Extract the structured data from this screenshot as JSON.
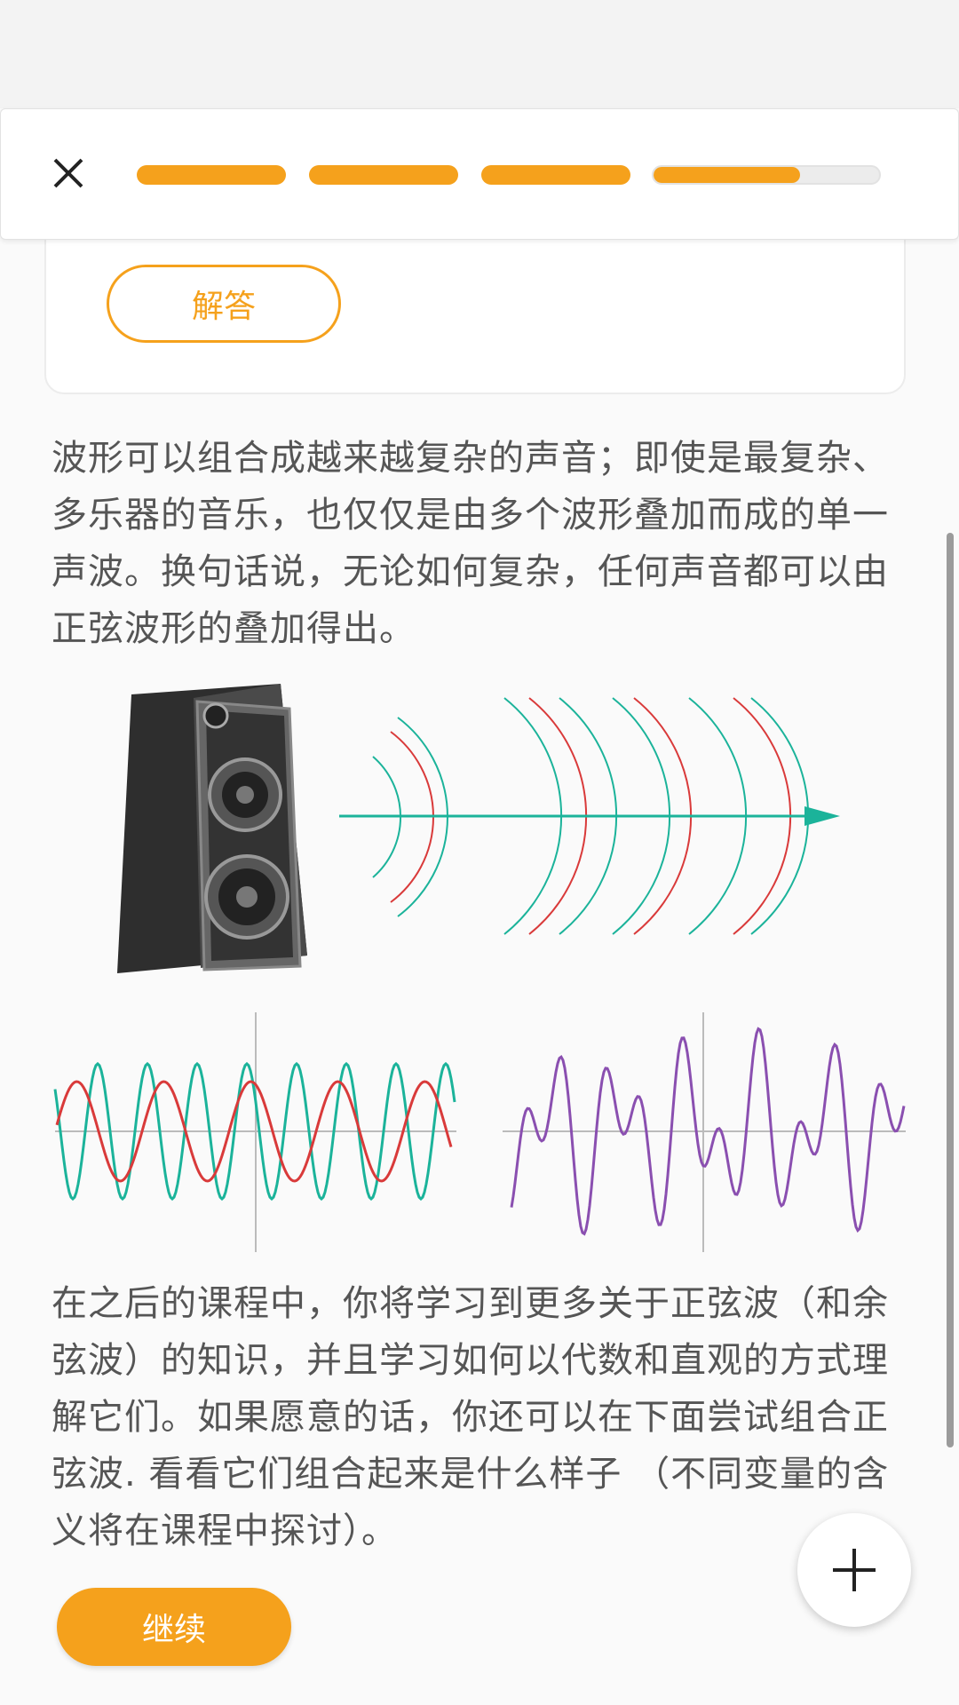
{
  "header": {
    "close_icon": "close-icon",
    "progress": [
      {
        "fraction": 1.0
      },
      {
        "fraction": 1.0
      },
      {
        "fraction": 1.0
      },
      {
        "fraction": 0.65
      }
    ]
  },
  "answer_card": {
    "button_label": "解答"
  },
  "paragraphs": {
    "p1": "波形可以组合成越来越复杂的声音；即使是最复杂、多乐器的音乐，也仅仅是由多个波形叠加而成的单一声波。换句话说，无论如何复杂，任何声音都可以由正弦波形的叠加得出。",
    "p2": "在之后的课程中，你将学习到更多关于正弦波（和余弦波）的知识，并且学习如何以代数和直观的方式理解它们。如果愿意的话，你还可以在下面尝试组合正弦波. 看看它们组合起来是什么样子 （不同变量的含义将在课程中探讨）。"
  },
  "footer": {
    "continue_label": "继续",
    "fab_icon": "plus-icon"
  },
  "colors": {
    "accent": "#f5a11c",
    "teal": "#1bb39a",
    "red": "#d93a3a",
    "purple": "#8a4fb0"
  }
}
